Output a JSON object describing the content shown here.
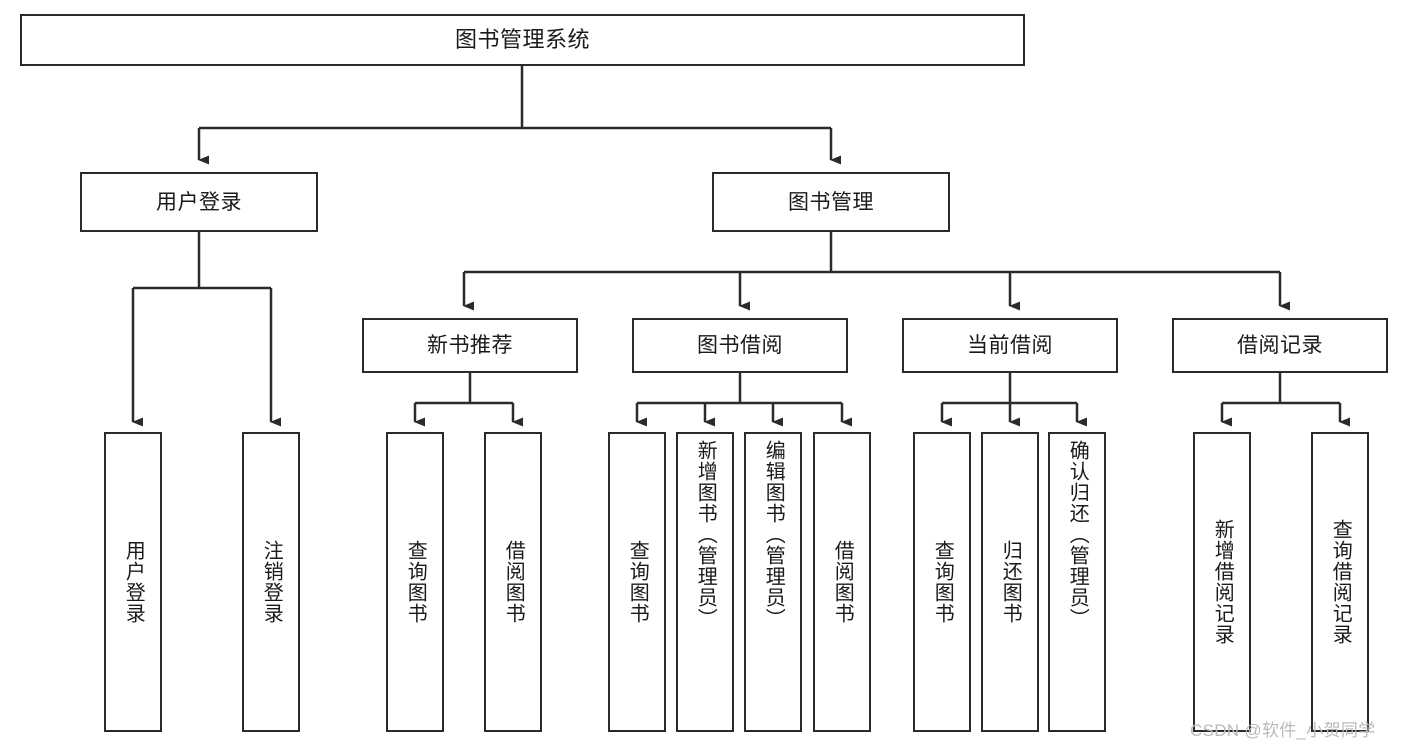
{
  "diagram": {
    "type": "tree-hierarchy",
    "title": "图书管理系统",
    "orientation": "top-down",
    "line_color": "#2b2b2b",
    "box_fill": "#ffffff",
    "box_stroke": "#2b2b2b"
  },
  "nodes": {
    "root": {
      "label": "图书管理系统"
    },
    "level2": [
      {
        "label": "用户登录"
      },
      {
        "label": "图书管理"
      }
    ],
    "level3": [
      {
        "label": "新书推荐"
      },
      {
        "label": "图书借阅"
      },
      {
        "label": "当前借阅"
      },
      {
        "label": "借阅记录"
      }
    ],
    "leaves": {
      "user_login": [
        {
          "label": "用户登录"
        },
        {
          "label": "注销登录"
        }
      ],
      "new_book": [
        {
          "label": "查询图书"
        },
        {
          "label": "借阅图书"
        }
      ],
      "book_borrow": [
        {
          "label": "查询图书"
        },
        {
          "label": "新增图书（管理员）"
        },
        {
          "label": "编辑图书（管理员）"
        },
        {
          "label": "借阅图书"
        }
      ],
      "current_borrow": [
        {
          "label": "查询图书"
        },
        {
          "label": "归还图书"
        },
        {
          "label": "确认归还（管理员）"
        }
      ],
      "borrow_record": [
        {
          "label": "新增借阅记录"
        },
        {
          "label": "查询借阅记录"
        }
      ]
    }
  },
  "watermark": {
    "text": "CSDN @软件_小贺同学"
  }
}
